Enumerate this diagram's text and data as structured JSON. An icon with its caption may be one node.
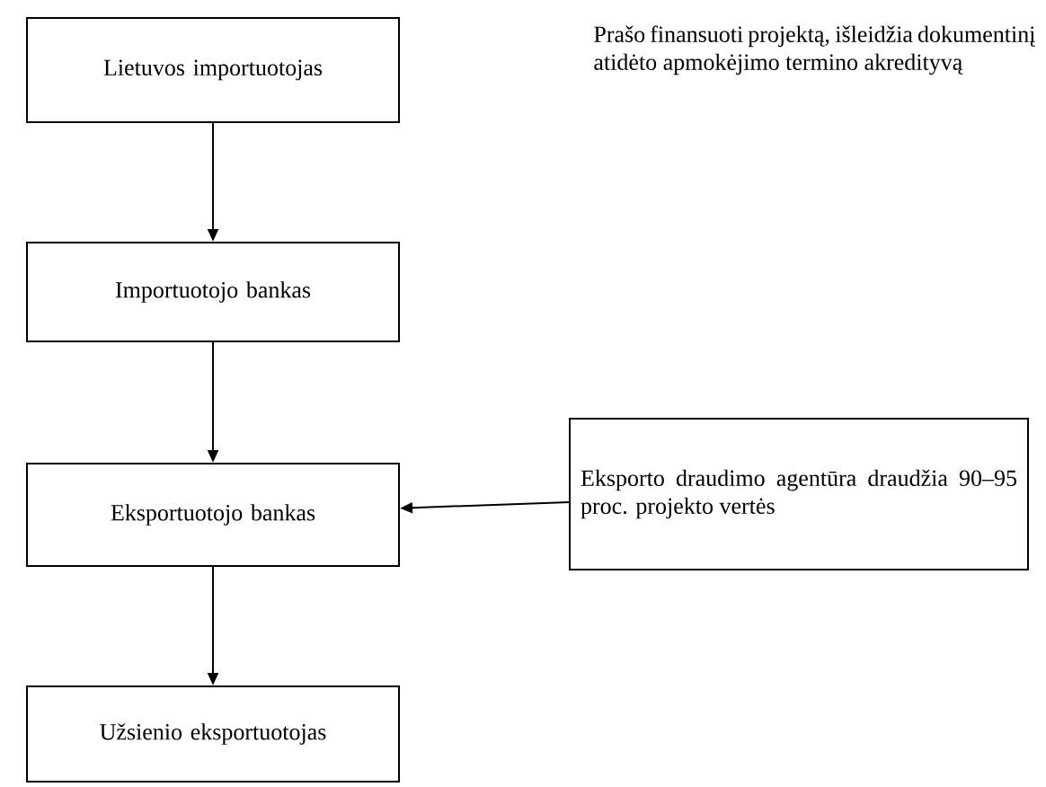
{
  "diagram": {
    "nodes": [
      {
        "text": [
          "Lietuvos importuotojas"
        ]
      },
      {
        "text": [
          "Importuotojo bankas"
        ]
      },
      {
        "text": [
          "Eksportuotojo bankas"
        ]
      },
      {
        "text": [
          "Užsienio eksportuotojas"
        ]
      },
      {
        "text": [
          "Eksporto draudimo agentūra draudžia 90–95 proc. projekto vertės"
        ]
      }
    ],
    "edges": [
      {
        "from": 0,
        "to": 1,
        "arrow": "to"
      },
      {
        "from": 1,
        "to": 2,
        "arrow": "to"
      },
      {
        "from": 2,
        "to": 3,
        "arrow": "to"
      },
      {
        "from": 4,
        "to": 2,
        "arrow": "to"
      }
    ],
    "labels": [
      "Prašo finansuoti projektą, išleidžia dokumentinį atidėto apmokėjimo termino akredityvą"
    ]
  }
}
